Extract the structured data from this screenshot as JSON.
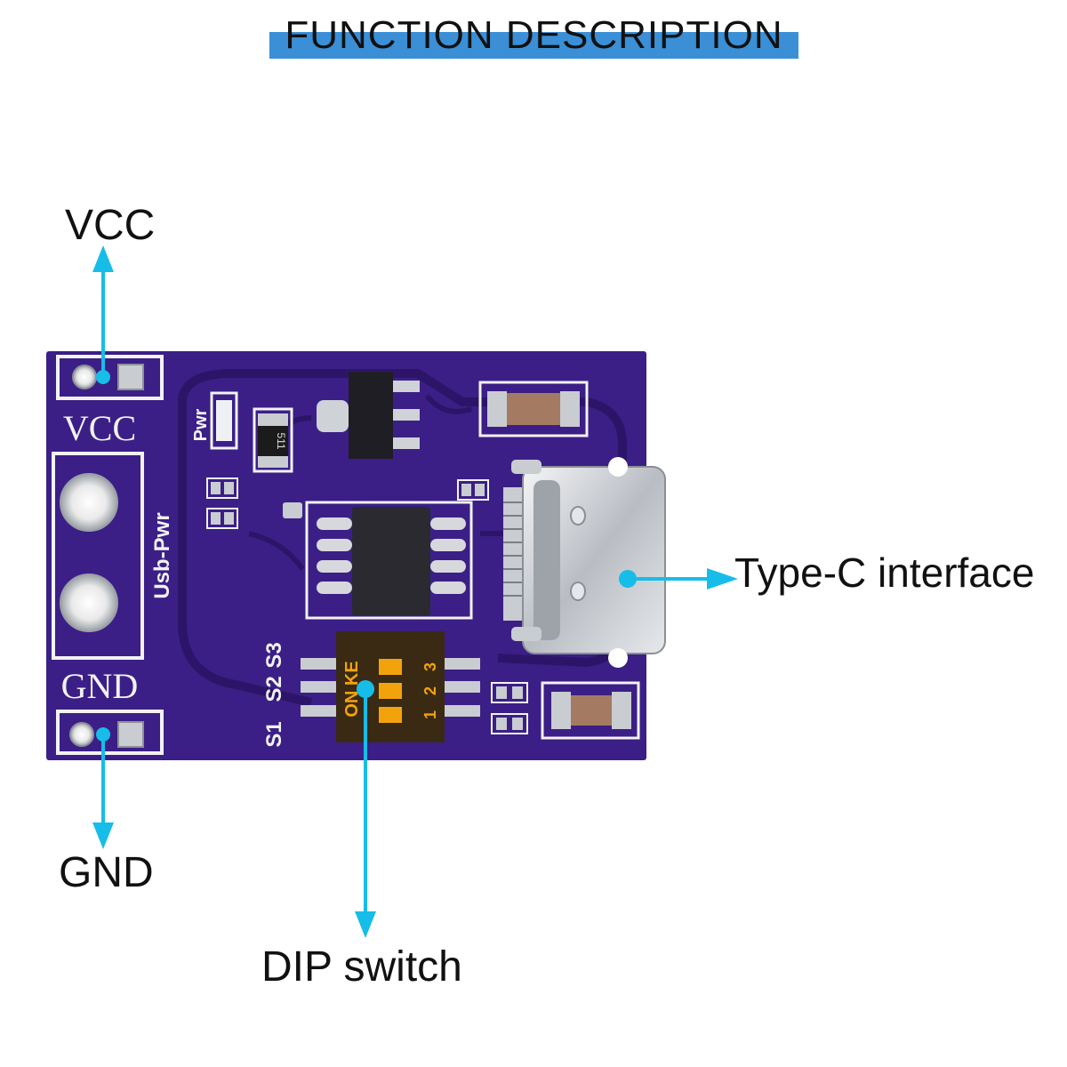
{
  "header": {
    "title": "FUNCTION DESCRIPTION"
  },
  "callouts": {
    "vcc": "VCC",
    "gnd": "GND",
    "dip": "DIP switch",
    "typec": "Type-C interface"
  },
  "board": {
    "silk_vcc": "VCC",
    "silk_gnd": "GND",
    "silk_usb": "Usb-Pwr",
    "silk_pwr": "Pwr",
    "silk_s1": "S1",
    "silk_s2": "S2",
    "silk_s3": "S3",
    "dip_brand": "ON KE",
    "dip_1": "1",
    "dip_2": "2",
    "dip_3": "3",
    "resistor_code": "511"
  },
  "colors": {
    "banner": "#3a8fd6",
    "pcb": "#3b1f86",
    "pcb_dark": "#2c1568",
    "silk": "#f2f2f2",
    "arrow": "#16bde8",
    "pad": "#c9ccd0",
    "dip_body": "#3a2a14",
    "dip_switch": "#f2a30c"
  }
}
